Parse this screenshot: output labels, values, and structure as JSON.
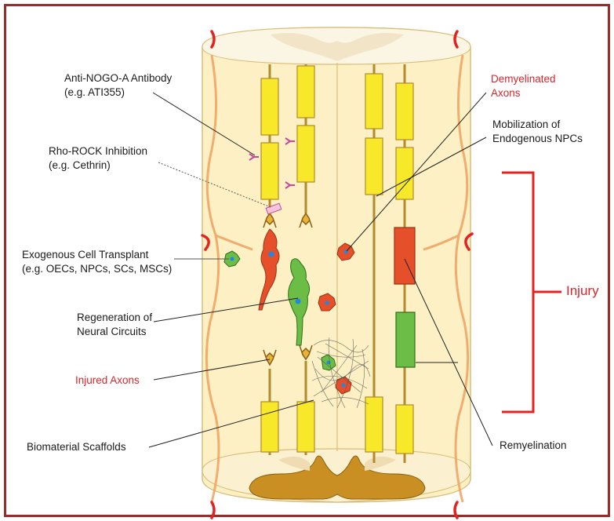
{
  "colors": {
    "frame_border": "#9b2b2b",
    "cord_fill": "#fdf0c4",
    "axon_segment": "#f7e92a",
    "axon_line": "#b38a2c",
    "injury_red": "#e32322",
    "oligodendrocyte": "#e5502a",
    "transplant_green": "#6cbd45",
    "grey_matter": "#c98f22"
  },
  "labels": {
    "anti_nogo_line1": "Anti-NOGO-A Antibody",
    "anti_nogo_line2": "(e.g. ATI355)",
    "rho_rock_line1": "Rho-ROCK Inhibition",
    "rho_rock_line2": "(e.g. Cethrin)",
    "exogenous_line1": "Exogenous Cell Transplant",
    "exogenous_line2": "(e.g. OECs, NPCs, SCs, MSCs)",
    "regeneration_line1": "Regeneration of",
    "regeneration_line2": "Neural Circuits",
    "injured_axons": "Injured Axons",
    "biomaterial": "Biomaterial Scaffolds",
    "demyelinated_line1": "Demyelinated",
    "demyelinated_line2": "Axons",
    "mobilization_line1": "Mobilization of",
    "mobilization_line2": "Endogenous NPCs",
    "injury": "Injury",
    "remyelination": "Remyelination"
  }
}
